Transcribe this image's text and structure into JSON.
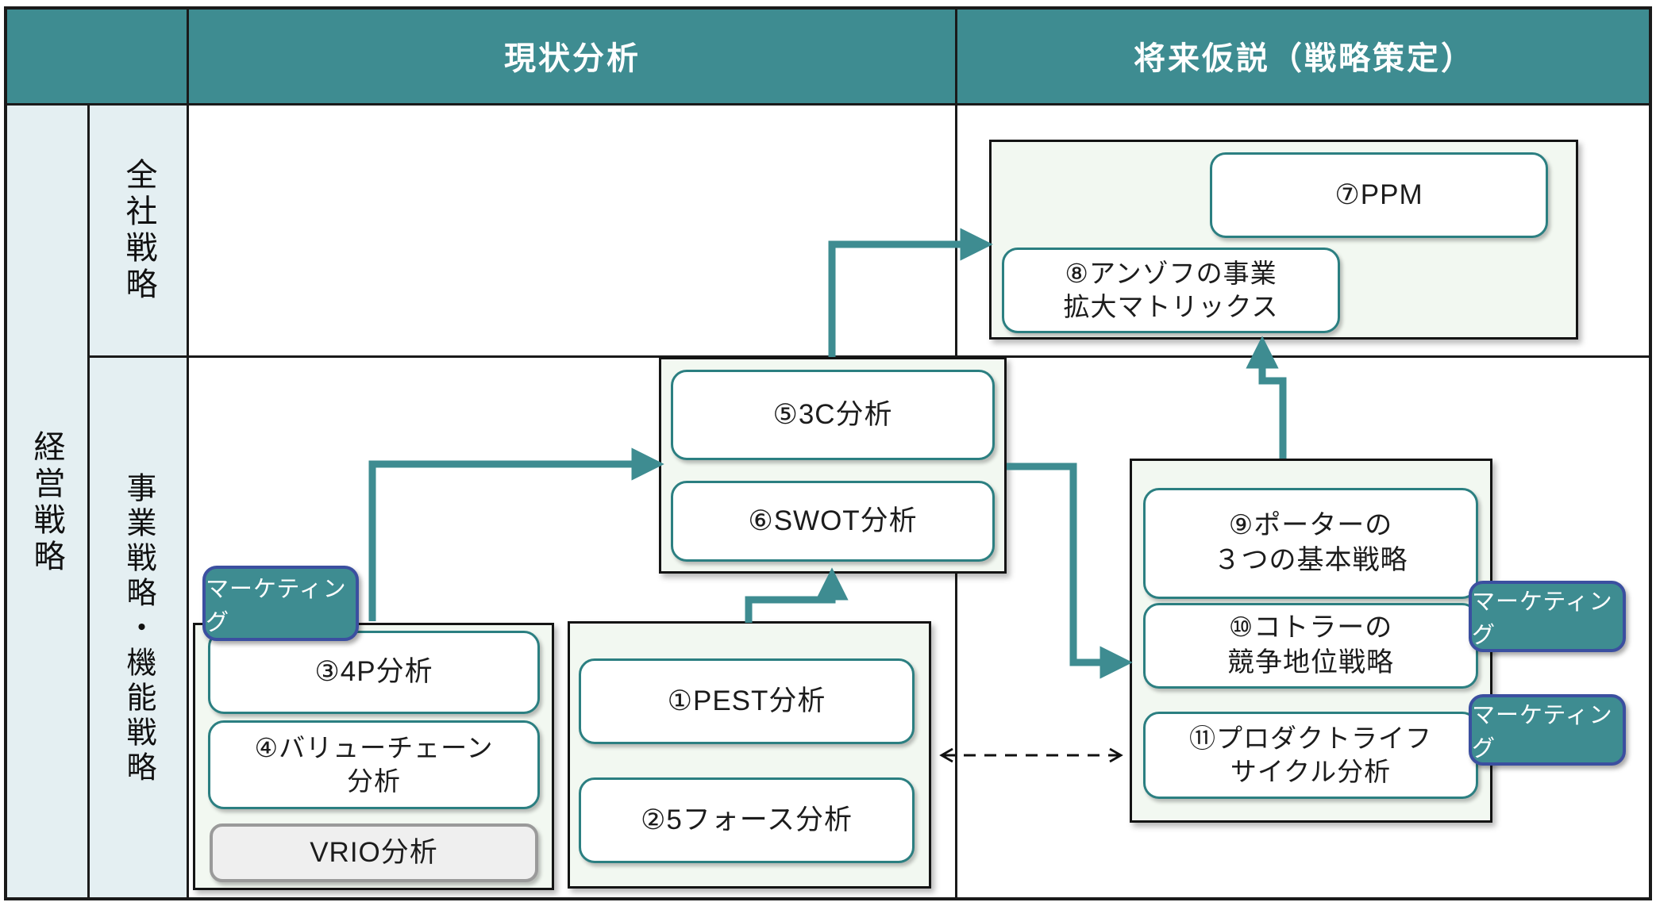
{
  "header": {
    "current_analysis": "現状分析",
    "future_hypothesis": "将来仮説（戦略策定）"
  },
  "row_labels": {
    "management_strategy": "経営戦略",
    "corporate_strategy": "全社戦略",
    "business_functional_strategy": "事業戦略・機能戦略"
  },
  "boxes": {
    "ppm": "⑦PPM",
    "ansoff": {
      "line1": "⑧アンゾフの事業",
      "line2": "拡大マトリックス"
    },
    "c3": "⑤3C分析",
    "swot": "⑥SWOT分析",
    "p4": "③4P分析",
    "value_chain": {
      "line1": "④バリューチェーン",
      "line2": "分析"
    },
    "vrio": "VRIO分析",
    "pest": "①PEST分析",
    "five_forces": "②5フォース分析",
    "porter": {
      "line1": "⑨ポーターの",
      "line2": "３つの基本戦略"
    },
    "kotler": {
      "line1": "⑩コトラーの",
      "line2": "競争地位戦略"
    },
    "plc": {
      "line1": "⑪プロダクトライフ",
      "line2": "サイクル分析"
    }
  },
  "badge": {
    "marketing": "マーケティング"
  },
  "colors": {
    "header_teal": "#3E8C91",
    "arrow_teal": "#3E8C91",
    "box_border_teal": "#2B7F81",
    "badge_border_blue": "#3B4FA0",
    "container_bg": "#F2F8F1",
    "label_cell_bg": "#E4EFF2",
    "vrio_bg": "#EFEFEF",
    "grid_black": "#1a1a1a"
  }
}
